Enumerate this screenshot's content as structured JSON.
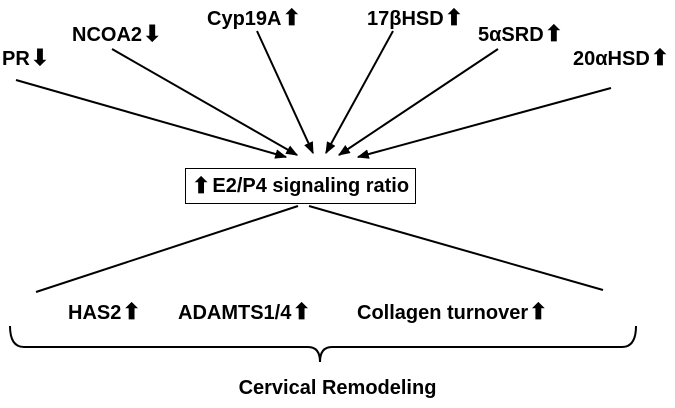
{
  "inputs": [
    {
      "label": "PR",
      "direction": "down",
      "arrow": "⬇"
    },
    {
      "label": "NCOA2",
      "direction": "down",
      "arrow": "⬇"
    },
    {
      "label": "Cyp19A",
      "direction": "up",
      "arrow": "⬆"
    },
    {
      "label": "17βHSD",
      "direction": "up",
      "arrow": "⬆"
    },
    {
      "label": "5αSRD",
      "direction": "up",
      "arrow": "⬆"
    },
    {
      "label": "20αHSD",
      "direction": "up",
      "arrow": "⬆"
    }
  ],
  "center": {
    "arrow": "⬆",
    "label": "E2/P4 signaling ratio"
  },
  "outputs": [
    {
      "label": "HAS2",
      "direction": "up",
      "arrow": "⬆"
    },
    {
      "label": "ADAMTS1/4",
      "direction": "up",
      "arrow": "⬆"
    },
    {
      "label": "Collagen turnover",
      "direction": "up",
      "arrow": "⬆"
    }
  ],
  "footer": "Cervical Remodeling"
}
